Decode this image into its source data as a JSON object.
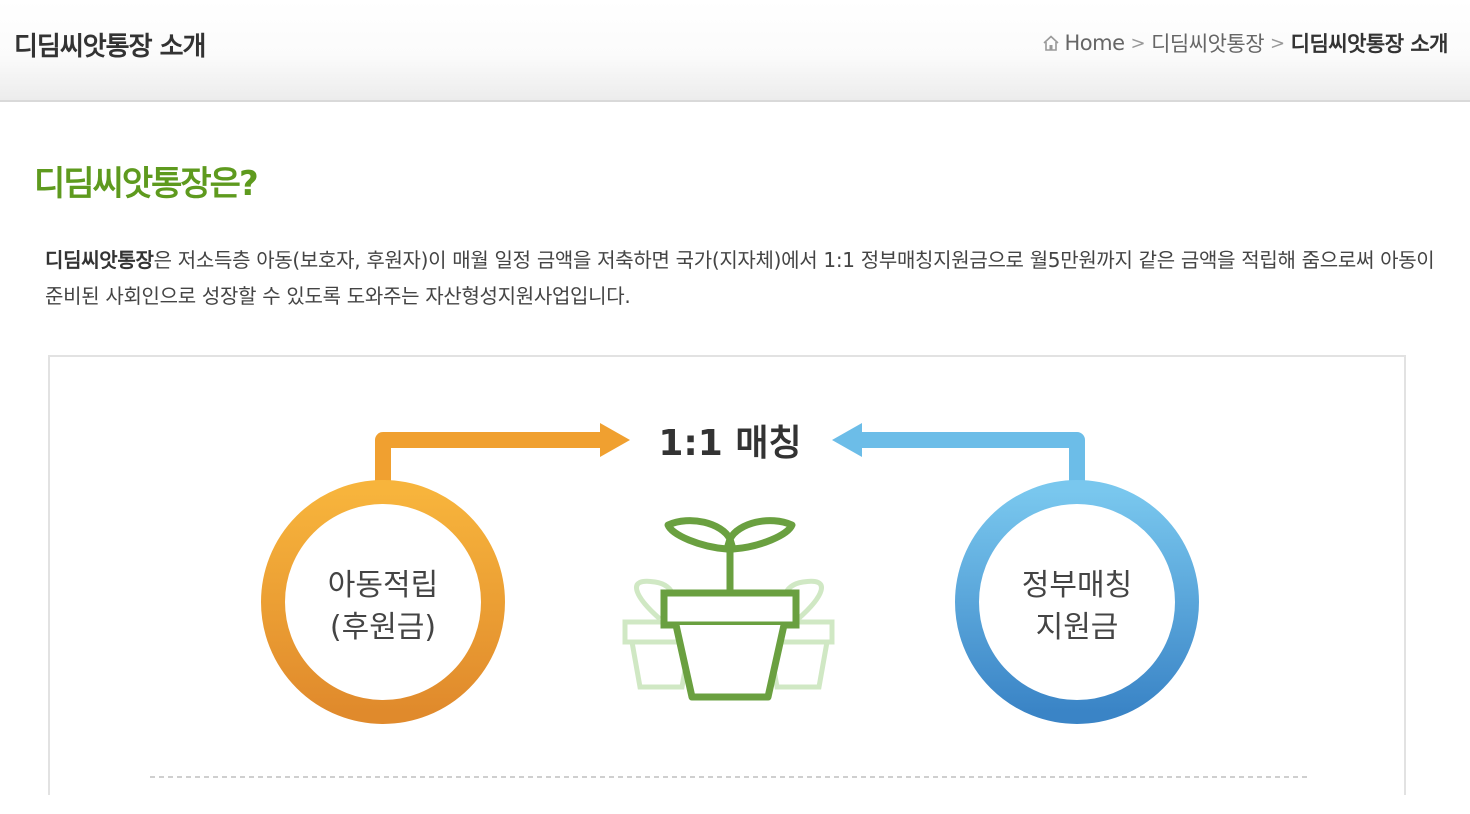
{
  "header": {
    "page_title": "디딤씨앗통장 소개",
    "breadcrumb": [
      {
        "label": "Home",
        "icon": "home-icon"
      },
      {
        "label": "디딤씨앗통장"
      },
      {
        "label": "디딤씨앗통장 소개",
        "current": true
      }
    ]
  },
  "section": {
    "title": "디딤씨앗통장은?",
    "intro_strong": "디딤씨앗통장",
    "intro_rest": "은 저소득층 아동(보호자, 후원자)이 매월 일정 금액을 저축하면 국가(지자체)에서 1:1 정부매칭지원금으로 월5만원까지 같은 금액을 적립해 줌으로써 아동이 준비된 사회인으로 성장할 수 있도록 도와주는 자산형성지원사업입니다."
  },
  "diagram": {
    "matching_label": "1:1 매칭",
    "left_circle": {
      "line1": "아동적립",
      "line2": "(후원금)"
    },
    "right_circle": {
      "line1": "정부매칭",
      "line2": "지원금"
    },
    "center_icon": "sprout-pot-icon",
    "colors": {
      "orange": "#f0a030",
      "blue": "#4a9ed8",
      "green": "#6aa040",
      "accent_green": "#5e9a1e"
    }
  }
}
